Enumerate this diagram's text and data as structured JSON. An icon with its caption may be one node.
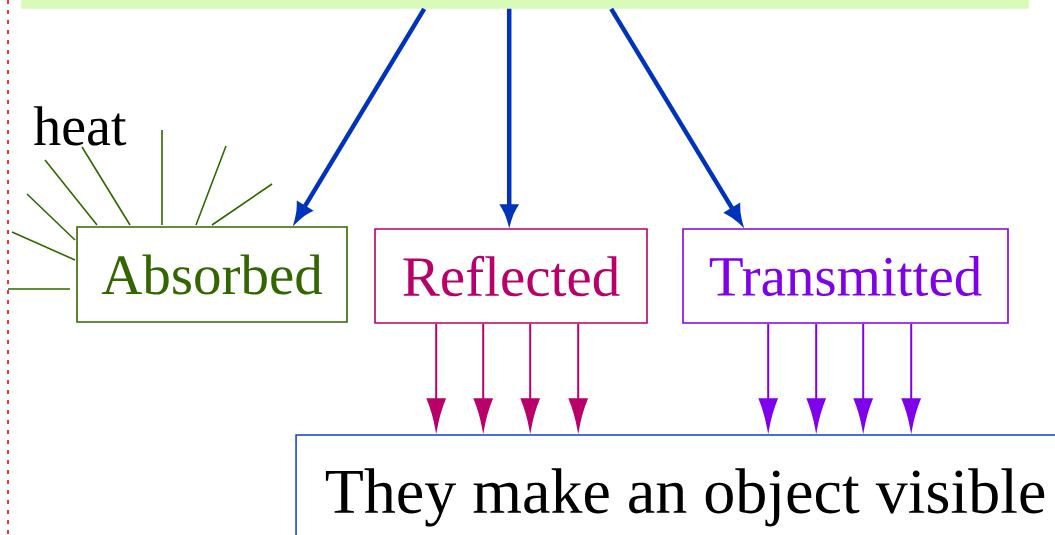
{
  "diagram": {
    "nodes": [
      {
        "text": [],
        "shape": "bar"
      },
      {
        "text": [
          "Absorbed"
        ]
      },
      {
        "text": [
          "Reflected"
        ]
      },
      {
        "text": [
          "Transmitted"
        ]
      },
      {
        "text": [
          "They make an object visible"
        ]
      }
    ],
    "edges": [
      {
        "from": 0,
        "to": 1,
        "arrow": "to",
        "style": "thick",
        "color": "#0033bb"
      },
      {
        "from": 0,
        "to": 2,
        "arrow": "to",
        "style": "thick",
        "color": "#0033bb"
      },
      {
        "from": 0,
        "to": 3,
        "arrow": "to",
        "style": "thick",
        "color": "#0033bb"
      },
      {
        "from": 2,
        "to": 4,
        "arrow": "to",
        "color": "#b8006a"
      },
      {
        "from": 2,
        "to": 4,
        "arrow": "to",
        "color": "#b8006a"
      },
      {
        "from": 2,
        "to": 4,
        "arrow": "to",
        "color": "#b8006a"
      },
      {
        "from": 2,
        "to": 4,
        "arrow": "to",
        "color": "#b8006a"
      },
      {
        "from": 3,
        "to": 4,
        "arrow": "to",
        "color": "#8000e8"
      },
      {
        "from": 3,
        "to": 4,
        "arrow": "to",
        "color": "#8000e8"
      },
      {
        "from": 3,
        "to": 4,
        "arrow": "to",
        "color": "#8000e8"
      },
      {
        "from": 3,
        "to": 4,
        "arrow": "to",
        "color": "#8000e8"
      }
    ],
    "labels": [
      "heat"
    ]
  }
}
